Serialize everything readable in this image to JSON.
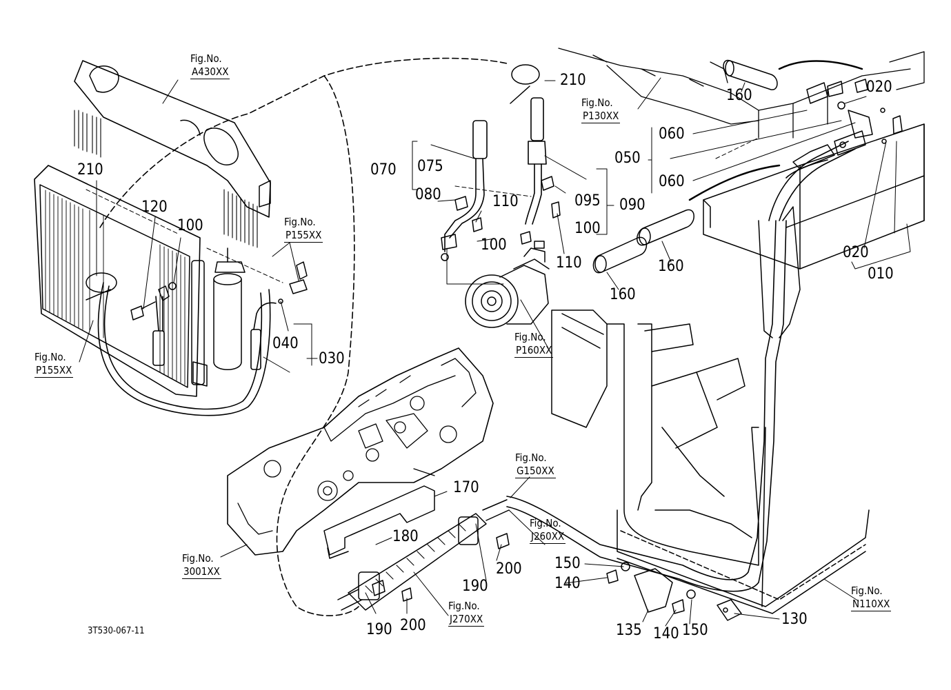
{
  "figure_refs": [
    {
      "id": "a430",
      "prefix": "Fig.No.",
      "ref": "A430XX"
    },
    {
      "id": "p155-mid",
      "prefix": "Fig.No.",
      "ref": "P155XX"
    },
    {
      "id": "p155-left",
      "prefix": "Fig.No.",
      "ref": "P155XX"
    },
    {
      "id": "p130",
      "prefix": "Fig.No.",
      "ref": "P130XX"
    },
    {
      "id": "p160",
      "prefix": "Fig.No.",
      "ref": "P160XX"
    },
    {
      "id": "g150",
      "prefix": "Fig.No.",
      "ref": "G150XX"
    },
    {
      "id": "j260",
      "prefix": "Fig.No.",
      "ref": "J260XX"
    },
    {
      "id": "3001",
      "prefix": "Fig.No.",
      "ref": "3001XX"
    },
    {
      "id": "j270",
      "prefix": "Fig.No.",
      "ref": "J270XX"
    },
    {
      "id": "n110",
      "prefix": "Fig.No.",
      "ref": "N110XX"
    }
  ],
  "part_labels": [
    "210",
    "120",
    "100",
    "040",
    "030",
    "070",
    "075",
    "080",
    "110",
    "100",
    "210",
    "095",
    "090",
    "100",
    "110",
    "160",
    "060",
    "050",
    "060",
    "020",
    "020",
    "010",
    "160",
    "160",
    "170",
    "180",
    "200",
    "190",
    "150",
    "140",
    "135",
    "140",
    "150",
    "130",
    "190",
    "200"
  ],
  "drawing_code": "3T530-067-11"
}
